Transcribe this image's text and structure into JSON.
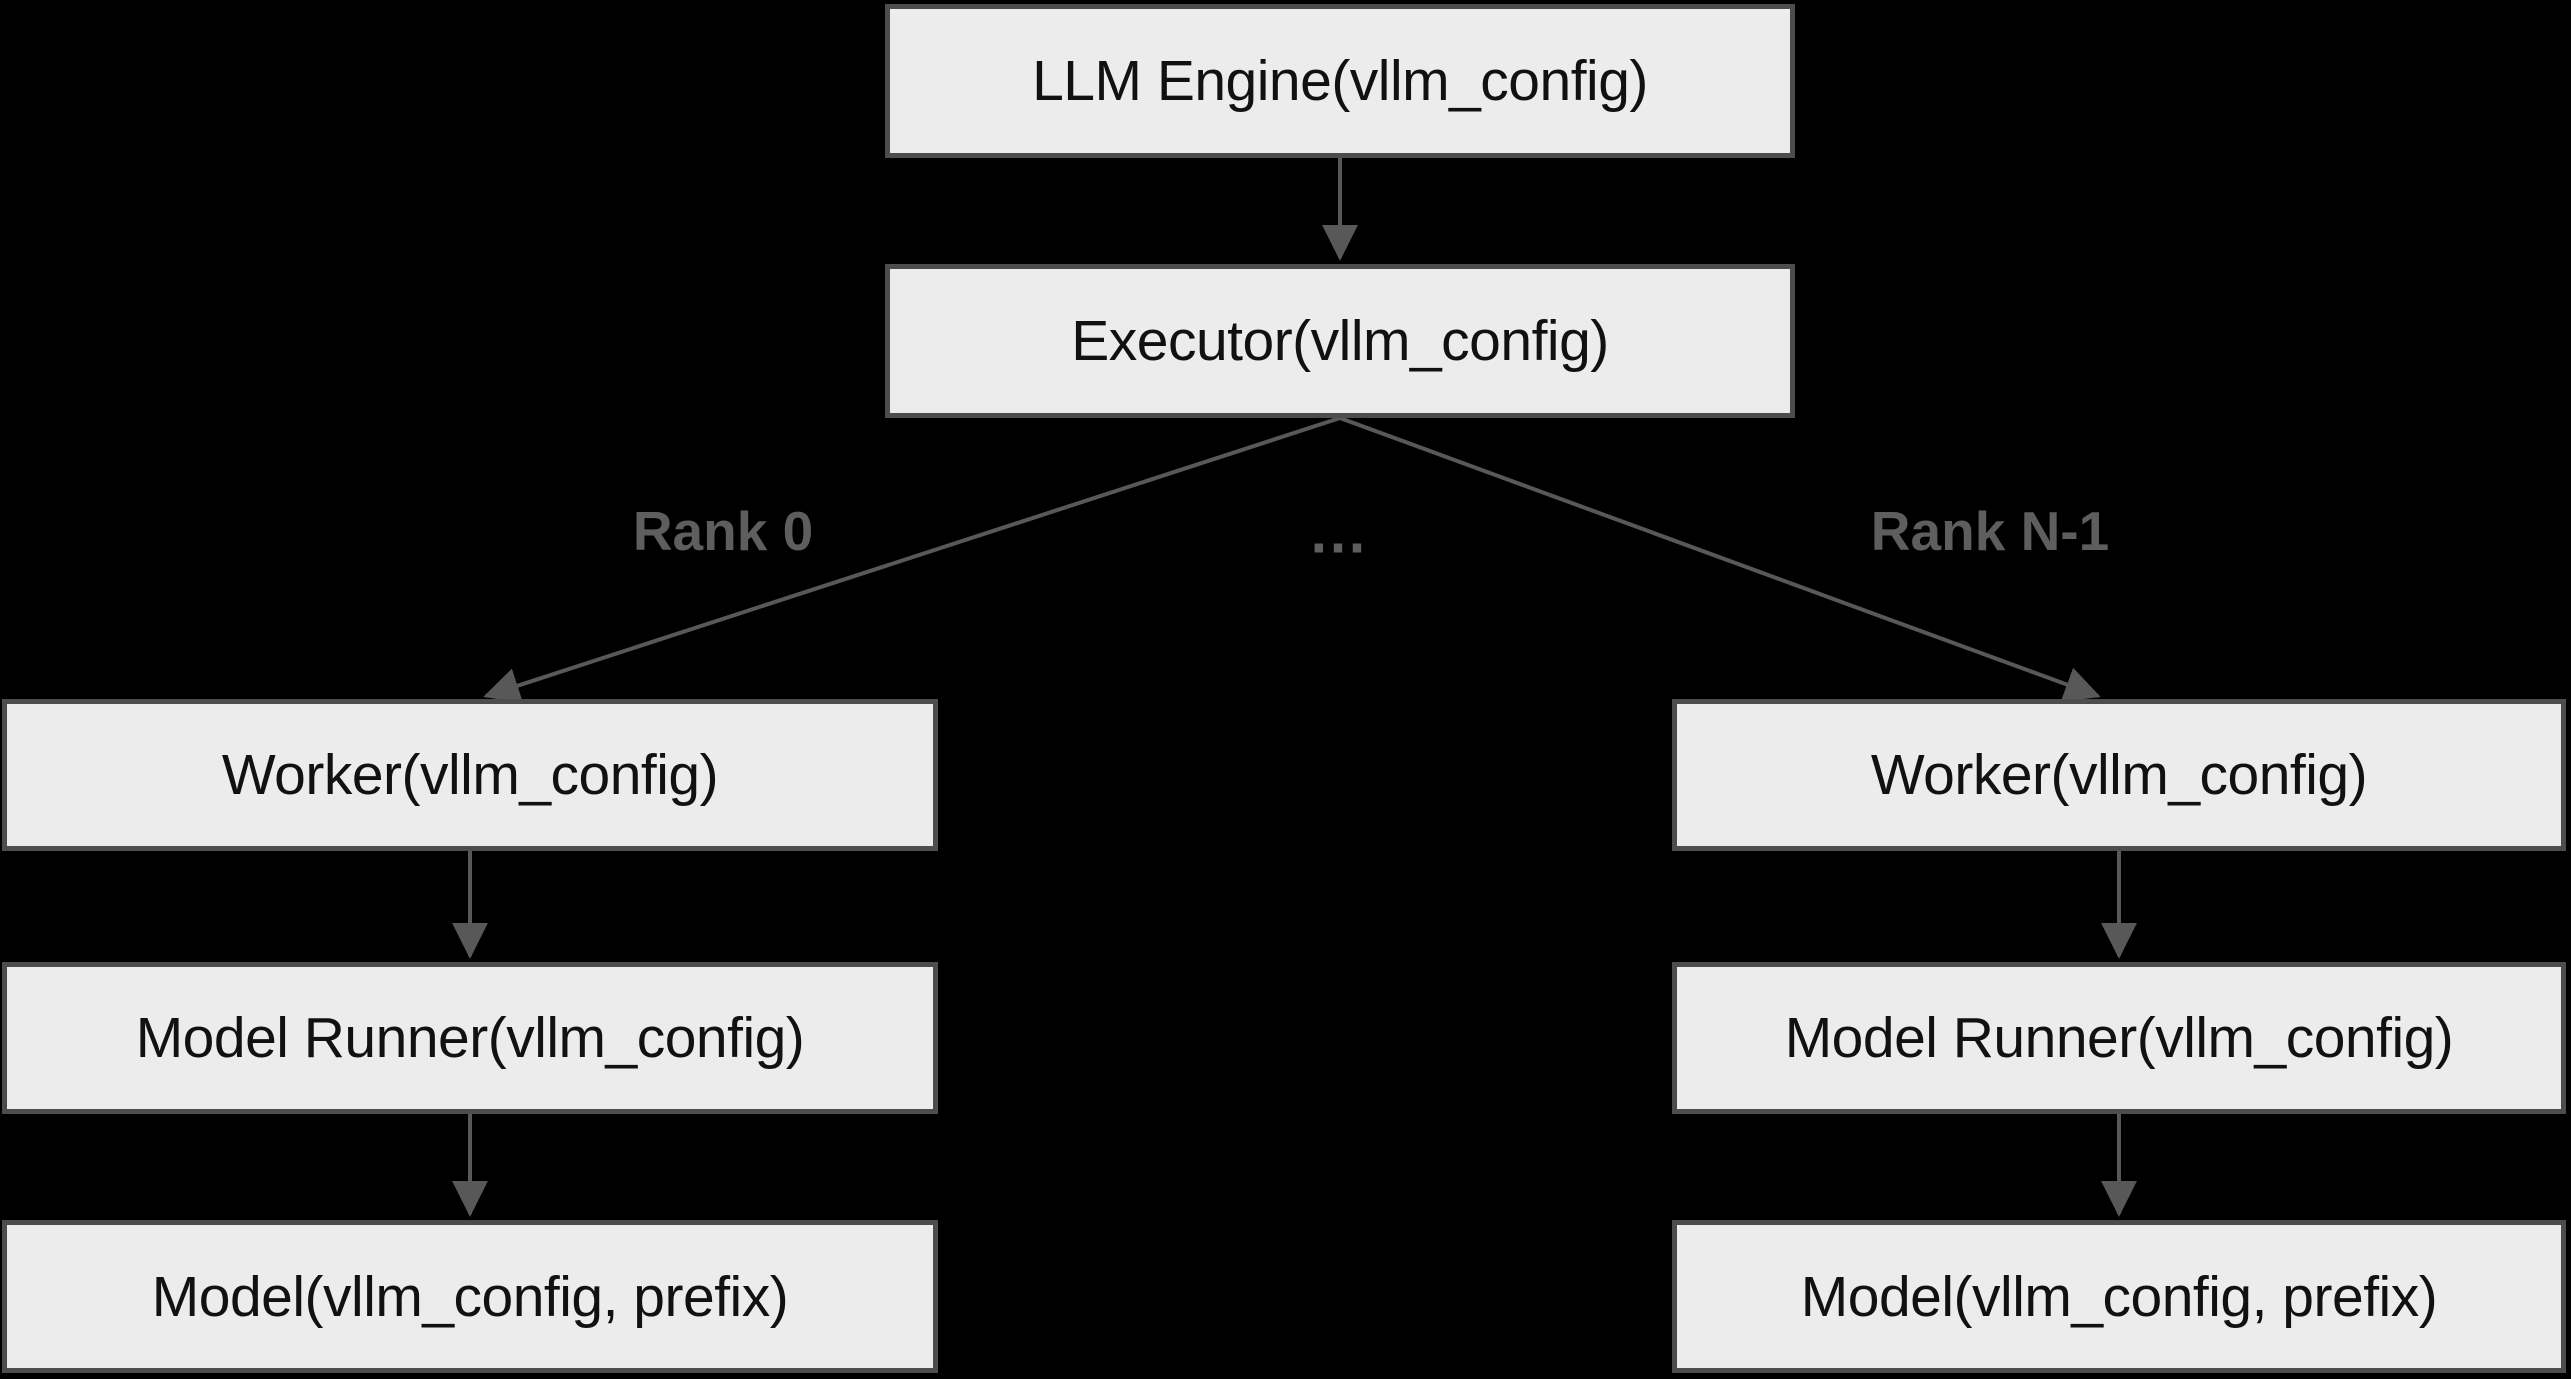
{
  "diagram": {
    "colors": {
      "background": "#000000",
      "node_fill": "#ececec",
      "node_border": "#4d4d4d",
      "node_text": "#111111",
      "edge": "#585858",
      "edge_label": "#5e5e5e"
    },
    "nodes": {
      "llm_engine": {
        "label": "LLM Engine(vllm_config)"
      },
      "executor": {
        "label": "Executor(vllm_config)"
      },
      "worker_0": {
        "label": "Worker(vllm_config)"
      },
      "worker_n": {
        "label": "Worker(vllm_config)"
      },
      "model_runner_0": {
        "label": "Model Runner(vllm_config)"
      },
      "model_runner_n": {
        "label": "Model Runner(vllm_config)"
      },
      "model_0": {
        "label": "Model(vllm_config, prefix)"
      },
      "model_n": {
        "label": "Model(vllm_config, prefix)"
      }
    },
    "edge_labels": {
      "rank_0": "Rank 0",
      "ellipsis": "…",
      "rank_n_1": "Rank N-1"
    }
  }
}
